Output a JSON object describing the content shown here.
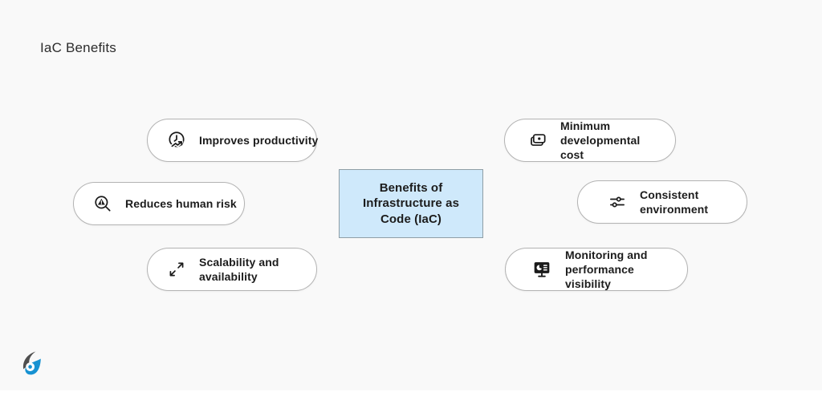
{
  "page": {
    "title": "IaC Benefits",
    "background_color": "#f9f9f9",
    "accent_blue": "#cfe9fb"
  },
  "center_box": {
    "label": "Benefits of\nInfrastructure as\nCode (IaC)",
    "fill_color": "#cfe9fb",
    "border_color": "#8f9ea6"
  },
  "pills": [
    {
      "label": "Improves productivity",
      "icon": "clock-trend-icon"
    },
    {
      "label": "Reduces human risk",
      "icon": "risk-magnifier-icon"
    },
    {
      "label": "Scalability and availability",
      "icon": "expand-arrows-icon"
    },
    {
      "label": "Minimum developmental cost",
      "icon": "cash-stack-icon"
    },
    {
      "label": "Consistent environment",
      "icon": "sliders-icon"
    },
    {
      "label": "Monitoring and performance visibility",
      "icon": "monitor-chart-icon"
    }
  ],
  "logo": {
    "gray_color": "#4f4f4f",
    "blue_color": "#1792d2"
  }
}
